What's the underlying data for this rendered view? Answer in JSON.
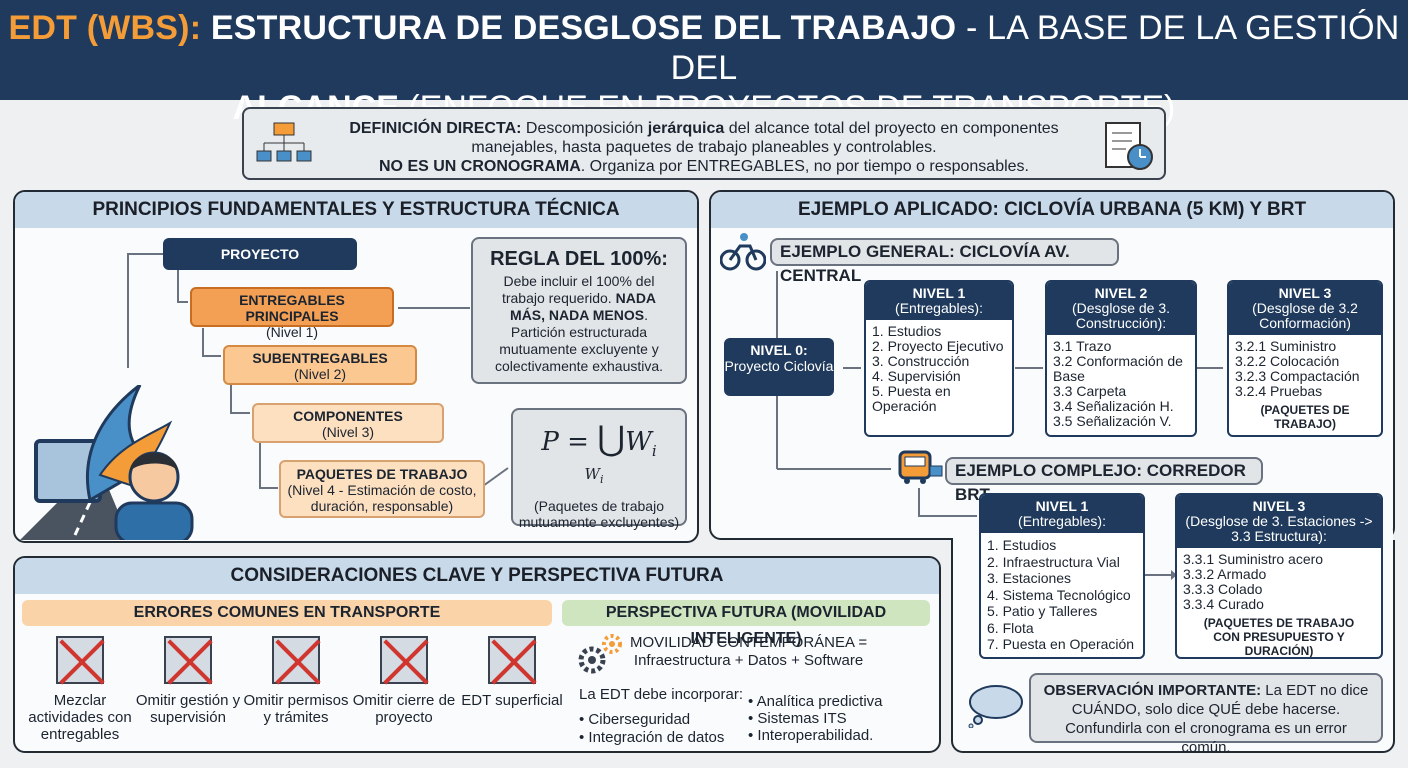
{
  "header": {
    "line1_prefix": "EDT (WBS):",
    "line1_bold": "ESTRUCTURA DE DESGLOSE DEL TRABAJO",
    "line1_rest": "- LA BASE DE LA GESTIÓN DEL",
    "line2_bold": "ALCANCE",
    "line2_rest": "(ENFOQUE EN PROYECTOS DE TRANSPORTE)"
  },
  "definition": {
    "label": "DEFINICIÓN DIRECTA:",
    "text1": "Descomposición",
    "bold1": "jerárquica",
    "text2": "del alcance total del proyecto en componentes manejables, hasta paquetes de trabajo planeables y controlables.",
    "bold2": "NO ES UN CRONOGRAMA",
    "text3": ". Organiza por ENTREGABLES, no por tiempo o responsables."
  },
  "principles": {
    "title": "PRINCIPIOS FUNDAMENTALES Y ESTRUCTURA TÉCNICA",
    "proyecto": "PROYECTO",
    "entregables": "ENTREGABLES PRINCIPALES",
    "entregables_sub": "(Nivel 1)",
    "subentregables": "SUBENTREGABLES",
    "subentregables_sub": "(Nivel 2)",
    "componentes": "COMPONENTES",
    "componentes_sub": "(Nivel 3)",
    "paquetes": "PAQUETES DE TRABAJO",
    "paquetes_sub": "(Nivel 4 - Estimación de costo, duración, responsable)",
    "rule_title": "REGLA DEL 100%:",
    "rule_t1": "Debe incluir el 100% del trabajo requerido.",
    "rule_b1": "NADA MÁS, NADA MENOS",
    "rule_t2": ". Partición estructurada mutuamente excluyente y colectivamente exhaustiva.",
    "formula_left": "P = ",
    "formula_union": "⋃",
    "formula_w": "W",
    "formula_i": "i",
    "formula_caption": "(Paquetes de trabajo mutuamente excluyentes)"
  },
  "example": {
    "title": "EJEMPLO APLICADO: CICLOVÍA URBANA (5 KM) Y BRT",
    "general_title": "EJEMPLO GENERAL: CICLOVÍA AV. CENTRAL",
    "nivel0_head": "NIVEL 0:",
    "nivel0_body": "Proyecto Ciclovía",
    "g1_head": "NIVEL 1",
    "g1_sub": "(Entregables):",
    "g1_items": [
      "1. Estudios",
      "2. Proyecto Ejecutivo",
      "3. Construcción",
      "4. Supervisión",
      "5. Puesta en Operación"
    ],
    "g2_head": "NIVEL 2",
    "g2_sub": "(Desglose de 3. Construcción):",
    "g2_items": [
      "3.1 Trazo",
      "3.2 Conformación de Base",
      "3.3 Carpeta",
      "3.4 Señalización H.",
      "3.5 Señalización V."
    ],
    "g3_head": "NIVEL 3",
    "g3_sub": "(Desglose de 3.2 Conformación)",
    "g3_items": [
      "3.2.1 Suministro",
      "3.2.2 Colocación",
      "3.2.3 Compactación",
      "3.2.4 Pruebas"
    ],
    "g3_note": "(PAQUETES DE TRABAJO)",
    "complex_title": "EJEMPLO COMPLEJO: CORREDOR BRT",
    "c1_head": "NIVEL 1",
    "c1_sub": "(Entregables):",
    "c1_items": [
      "1. Estudios",
      "2. Infraestructura Vial",
      "3. Estaciones",
      "4. Sistema Tecnológico",
      "5. Patio y Talleres",
      "6. Flota",
      "7. Puesta en Operación"
    ],
    "c3_head": "NIVEL 3",
    "c3_sub": "(Desglose de 3. Estaciones -> 3.3 Estructura):",
    "c3_items": [
      "3.3.1 Suministro acero",
      "3.3.2 Armado",
      "3.3.3 Colado",
      "3.3.4 Curado"
    ],
    "c3_note": "(PAQUETES DE TRABAJO CON PRESUPUESTO Y DURACIÓN)",
    "obs_label": "OBSERVACIÓN IMPORTANTE:",
    "obs_text": "La EDT no dice CUÁNDO, solo dice QUÉ debe hacerse. Confundirla con el cronograma es un error común."
  },
  "considerations": {
    "title": "CONSIDERACIONES CLAVE Y PERSPECTIVA FUTURA",
    "errors_title": "ERRORES COMUNES EN TRANSPORTE",
    "errors": [
      "Mezclar actividades con entregables",
      "Omitir gestión y supervisión",
      "Omitir permisos y trámites",
      "Omitir cierre de proyecto",
      "EDT superficial"
    ],
    "future_title": "PERSPECTIVA FUTURA (MOVILIDAD INTELIGENTE)",
    "future_eq1": "MOVILIDAD CONTEMPORÁNEA =",
    "future_eq2": "Infraestructura + Datos + Software",
    "future_intro": "La EDT debe incorporar:",
    "future_col1": [
      "• Ciberseguridad",
      "• Integración de datos"
    ],
    "future_col2": [
      "• Analítica predictiva",
      "• Sistemas ITS",
      "• Interoperabilidad."
    ]
  }
}
